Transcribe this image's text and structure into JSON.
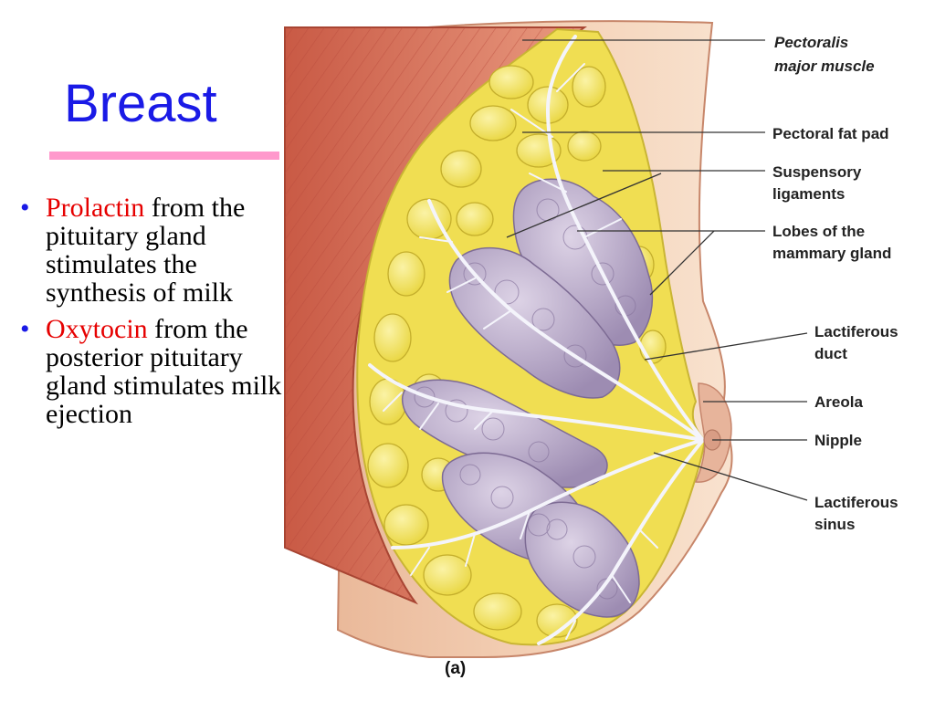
{
  "slide": {
    "title": "Breast",
    "bullets": [
      {
        "highlight": "Prolactin",
        "text": " from the pituitary gland stimulates the synthesis of milk"
      },
      {
        "highlight": "Oxytocin",
        "text": " from the posterior pituitary gland stimulates milk ejection"
      }
    ]
  },
  "diagram": {
    "figure_label": "(a)",
    "labels": {
      "pectoralis_1": "Pectoralis",
      "pectoralis_2": "major muscle",
      "fat_pad": "Pectoral fat pad",
      "suspensory_1": "Suspensory",
      "suspensory_2": "ligaments",
      "lobes_1": "Lobes of the",
      "lobes_2": "mammary gland",
      "duct_1": "Lactiferous",
      "duct_2": "duct",
      "areola": "Areola",
      "nipple": "Nipple",
      "sinus_1": "Lactiferous",
      "sinus_2": "sinus"
    }
  },
  "colors": {
    "title": "#1a1ae6",
    "highlight": "#e60000",
    "rule": "#ff99cc",
    "muscle": "#d9735a",
    "skin": "#f3cfb3",
    "fat": "#f2e45c",
    "lobe": "#b6a6c6",
    "duct": "#eeeef8"
  }
}
